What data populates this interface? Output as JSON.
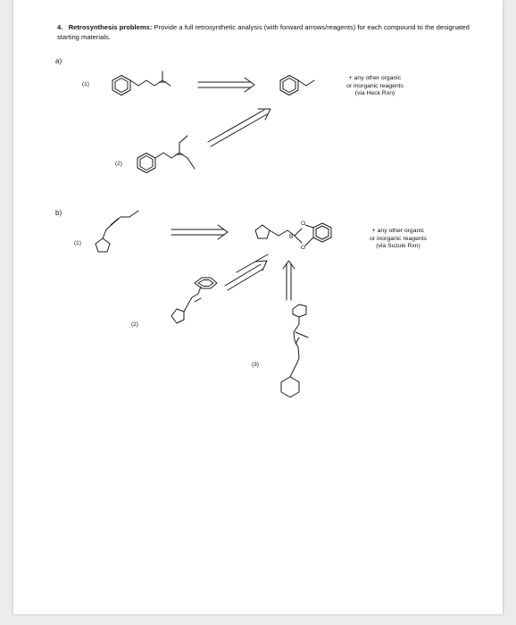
{
  "question": {
    "number": "4.",
    "heading": "Retrosynthesis problems:",
    "instruction": "Provide a full retrosynthetic analysis (with forward arrows/reagents) for each compound to the designated starting materials."
  },
  "part_a": {
    "label": "a)",
    "compound_1_label": "(1)",
    "compound_2_label": "(2)",
    "note": [
      "+ any other organic",
      "or inorganic reagents",
      "(via Heck Rxn)"
    ]
  },
  "part_b": {
    "label": "b)",
    "compound_1_label": "(1)",
    "compound_2_label": "(2)",
    "compound_3_label": "(3)",
    "note": [
      "+ any other organic",
      "or inorganic reagents",
      "(via Suzuki Rxn)"
    ],
    "atoms": {
      "oxygen": "O",
      "boron": "B"
    }
  }
}
